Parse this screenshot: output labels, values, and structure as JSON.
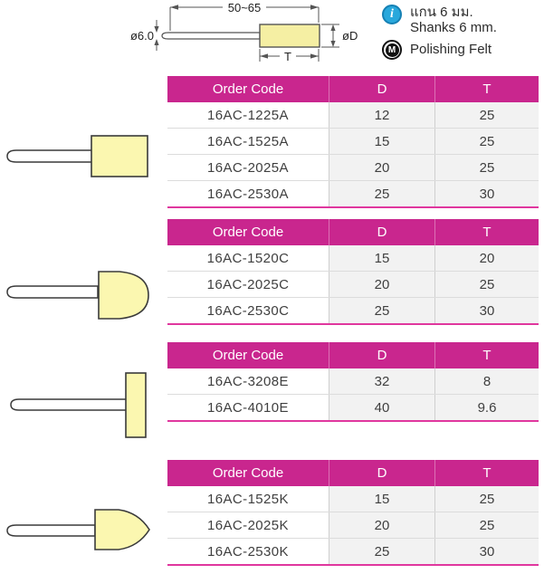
{
  "diagram": {
    "length_label": "50~65",
    "shank_diameter_label": "ø6.0",
    "head_diameter_label": "øD",
    "thickness_label": "T"
  },
  "legend": {
    "info_symbol": "i",
    "shank_note_thai": "แกน 6 มม.",
    "shank_note_en": "Shanks 6 mm.",
    "material_symbol": "M",
    "material_label": "Polishing Felt"
  },
  "colors": {
    "accent_magenta": "#C9268E",
    "felt_yellow": "#FBF7B0",
    "info_blue": "#29A8DC",
    "cell_gray": "#F2F2F2"
  },
  "tables": [
    {
      "shape_icon": "flat-end-cylinder-felt-bob",
      "columns": [
        "Order Code",
        "D",
        "T"
      ],
      "rows": [
        {
          "code": "16AC-1225A",
          "d": "12",
          "t": "25"
        },
        {
          "code": "16AC-1525A",
          "d": "15",
          "t": "25"
        },
        {
          "code": "16AC-2025A",
          "d": "20",
          "t": "25"
        },
        {
          "code": "16AC-2530A",
          "d": "25",
          "t": "30"
        }
      ]
    },
    {
      "shape_icon": "round-end-cylinder-felt-bob",
      "columns": [
        "Order Code",
        "D",
        "T"
      ],
      "rows": [
        {
          "code": "16AC-1520C",
          "d": "15",
          "t": "20"
        },
        {
          "code": "16AC-2025C",
          "d": "20",
          "t": "25"
        },
        {
          "code": "16AC-2530C",
          "d": "25",
          "t": "30"
        }
      ]
    },
    {
      "shape_icon": "wheel-disc-felt-bob",
      "columns": [
        "Order Code",
        "D",
        "T"
      ],
      "rows": [
        {
          "code": "16AC-3208E",
          "d": "32",
          "t": "8"
        },
        {
          "code": "16AC-4010E",
          "d": "40",
          "t": "9.6"
        }
      ]
    },
    {
      "shape_icon": "pointed-bullet-felt-bob",
      "columns": [
        "Order Code",
        "D",
        "T"
      ],
      "rows": [
        {
          "code": "16AC-1525K",
          "d": "15",
          "t": "25"
        },
        {
          "code": "16AC-2025K",
          "d": "20",
          "t": "25"
        },
        {
          "code": "16AC-2530K",
          "d": "25",
          "t": "30"
        }
      ]
    }
  ]
}
